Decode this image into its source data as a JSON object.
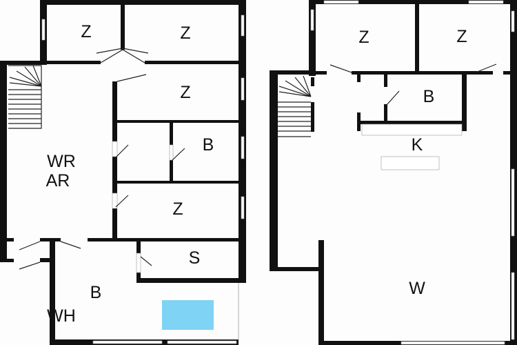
{
  "floor_left": {
    "rooms": [
      {
        "label": "Z"
      },
      {
        "label": "Z"
      },
      {
        "label": "Z"
      },
      {
        "label": "B"
      },
      {
        "label": "WR"
      },
      {
        "label": "AR"
      },
      {
        "label": "Z"
      },
      {
        "label": "S"
      },
      {
        "label": "B"
      },
      {
        "label": "WH"
      }
    ]
  },
  "floor_right": {
    "rooms": [
      {
        "label": "Z"
      },
      {
        "label": "Z"
      },
      {
        "label": "B"
      },
      {
        "label": "K"
      },
      {
        "label": "W"
      }
    ]
  },
  "colors": {
    "walls": "#111111",
    "pool": "#7fd3f5"
  }
}
